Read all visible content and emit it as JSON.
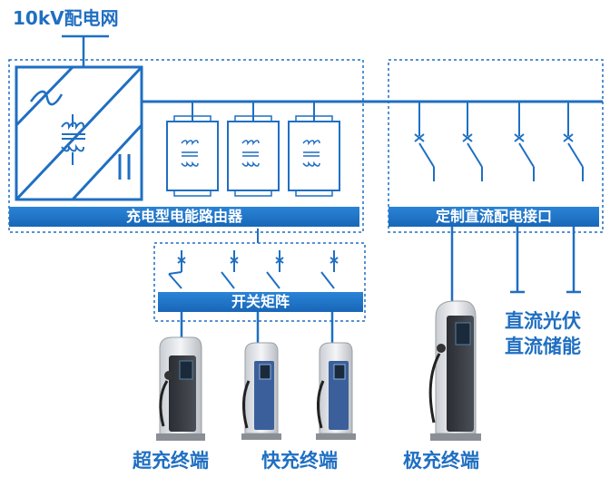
{
  "grid_label": "10kV配电网",
  "router_label": "充电型电能路由器",
  "dc_interface_label": "定制直流配电接口",
  "switch_matrix_label": "开关矩阵",
  "pv_label": "直流光伏",
  "storage_label": "直流储能",
  "terminals": {
    "super": "超充终端",
    "fast": "快充终端",
    "pole": "极充终端"
  },
  "colors": {
    "line": "#1f6fc2",
    "bar": "#1f72c8",
    "dashed_frame": "#1f6fc2"
  }
}
